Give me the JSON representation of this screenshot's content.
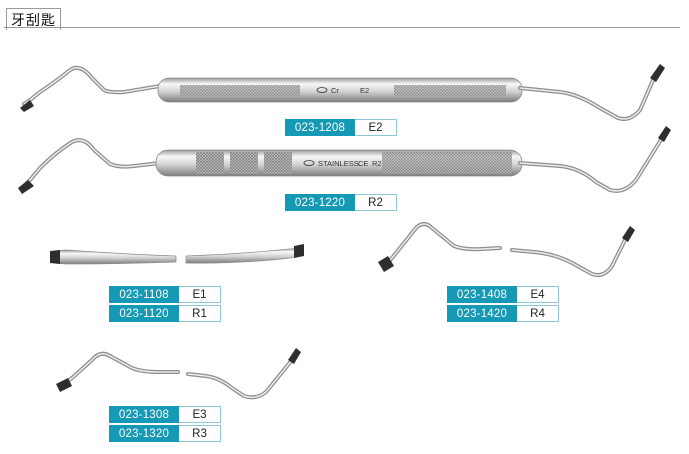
{
  "page": {
    "title": "牙刮匙"
  },
  "instruments": [
    {
      "id": "e2",
      "handle_marks": [
        "Cr",
        "E2"
      ],
      "codes": [
        {
          "code": "023-1208",
          "model": "E2"
        }
      ]
    },
    {
      "id": "r2",
      "handle_marks": [
        "STAINLESS",
        "CE",
        "R2"
      ],
      "codes": [
        {
          "code": "023-1220",
          "model": "R2"
        }
      ]
    },
    {
      "id": "e1r1",
      "codes": [
        {
          "code": "023-1108",
          "model": "E1"
        },
        {
          "code": "023-1120",
          "model": "R1"
        }
      ]
    },
    {
      "id": "e4r4",
      "codes": [
        {
          "code": "023-1408",
          "model": "E4"
        },
        {
          "code": "023-1420",
          "model": "R4"
        }
      ]
    },
    {
      "id": "e3r3",
      "codes": [
        {
          "code": "023-1308",
          "model": "E3"
        },
        {
          "code": "023-1320",
          "model": "R3"
        }
      ]
    }
  ],
  "colors": {
    "code_bg": "#1599b4",
    "steel_light": "#f4f4f4",
    "steel_dark": "#8c8c8c"
  }
}
